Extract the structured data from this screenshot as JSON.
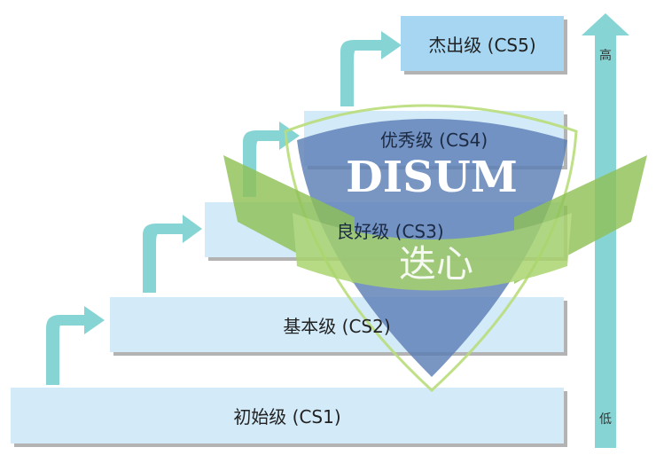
{
  "levels": [
    {
      "label": "初始级 (CS1)"
    },
    {
      "label": "基本级 (CS2)"
    },
    {
      "label": "良好级 (CS3)"
    },
    {
      "label": "优秀级 (CS4)"
    },
    {
      "label": "杰出级 (CS5)"
    }
  ],
  "axis": {
    "high": "高",
    "low": "低"
  },
  "watermark": {
    "brand": "DISUM",
    "chinese": "迭心"
  },
  "colors": {
    "step": "#d3eaf8",
    "step_top": "#a6d6f2",
    "arrow": "#86d5d4",
    "shield": "#5b7fb6",
    "wing": "#9bc95a"
  }
}
